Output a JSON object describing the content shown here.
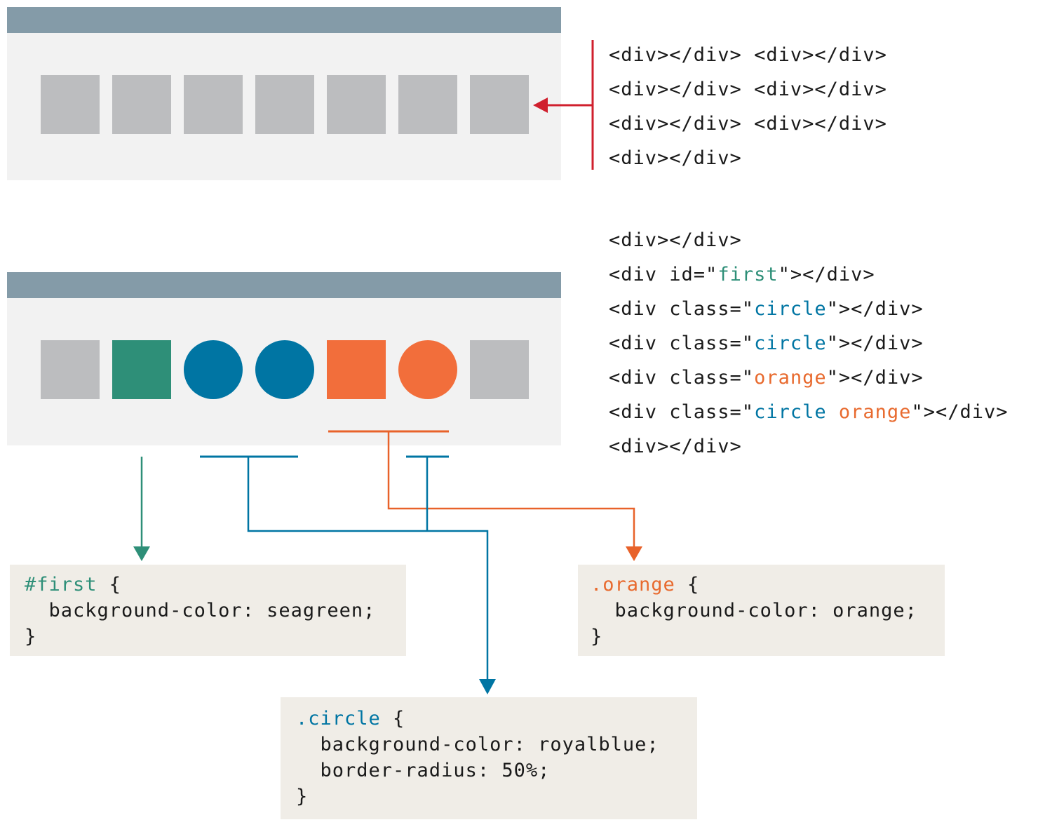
{
  "top_window": {
    "boxes": [
      "plain",
      "plain",
      "plain",
      "plain",
      "plain",
      "plain",
      "plain"
    ]
  },
  "top_code": {
    "lines": [
      "<div></div> <div></div>",
      "<div></div> <div></div>",
      "<div></div> <div></div>",
      "<div></div>"
    ]
  },
  "bottom_window": {
    "shapes": [
      {
        "kind": "plain"
      },
      {
        "kind": "first"
      },
      {
        "kind": "circle"
      },
      {
        "kind": "circle"
      },
      {
        "kind": "orange"
      },
      {
        "kind": "circle orange"
      },
      {
        "kind": "plain"
      }
    ]
  },
  "bottom_code": {
    "line1": "<div></div>",
    "line2_pre": "<div id=\"",
    "line2_val": "first",
    "line2_post": "\"></div>",
    "line3_pre": "<div class=\"",
    "line3_val": "circle",
    "line3_post": "\"></div>",
    "line4_pre": "<div class=\"",
    "line4_val": "circle",
    "line4_post": "\"></div>",
    "line5_pre": "<div class=\"",
    "line5_val": "orange",
    "line5_post": "\"></div>",
    "line6_pre": "<div class=\"",
    "line6_val_a": "circle",
    "line6_val_b": "orange",
    "line6_post": "\"></div>",
    "line7": "<div></div>"
  },
  "css_first": {
    "selector": "#first",
    "brace_open": " {",
    "decl": "  background-color: seagreen;",
    "brace_close": "}"
  },
  "css_orange": {
    "selector": ".orange",
    "brace_open": " {",
    "decl": "  background-color: orange;",
    "brace_close": "}"
  },
  "css_circle": {
    "selector": ".circle",
    "brace_open": " {",
    "decl1": "  background-color: royalblue;",
    "decl2": "  border-radius: 50%;",
    "brace_close": "}"
  },
  "colors": {
    "titlebar": "#849ba8",
    "window_bg": "#f2f2f2",
    "plain_box": "#bcbdbf",
    "seagreen": "#2e8f78",
    "blue": "#0075a3",
    "orange": "#f26e3b",
    "red_arrow": "#d0202e",
    "code_box_bg": "#f0ede7"
  }
}
